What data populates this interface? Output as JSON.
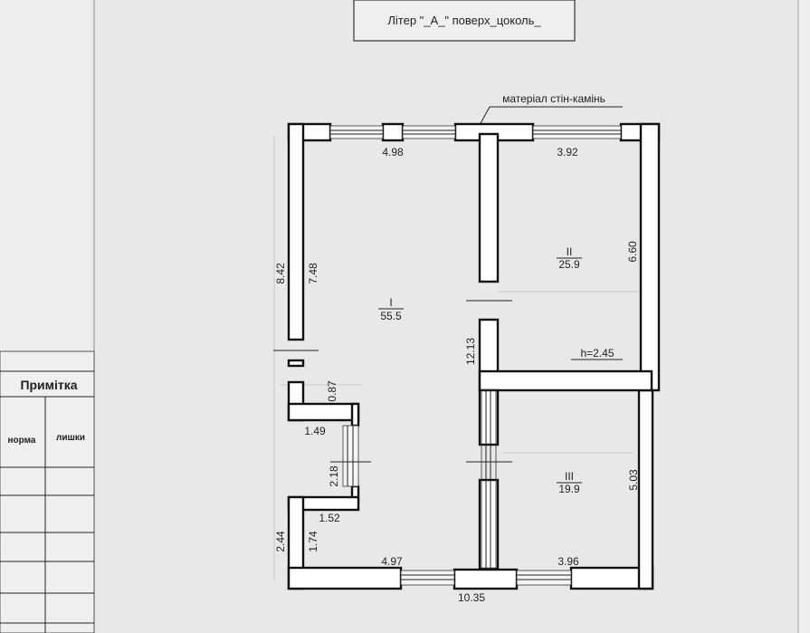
{
  "title": "Літер \"_А_\" поверх_цоколь_",
  "wall_material_note": "матеріал стін-камінь",
  "rooms": [
    {
      "number": "I",
      "area": "55.5"
    },
    {
      "number": "II",
      "area": "25.9"
    },
    {
      "number": "III",
      "area": "19.9"
    }
  ],
  "ceiling_height": "h=2.45",
  "dimensions": {
    "top_left_width": "4.98",
    "top_right_width": "3.92",
    "left_outer_height": "8.42",
    "left_inner_height": "7.48",
    "room2_height": "6.60",
    "middle_partition": "12.13",
    "notch_height": "0.87",
    "notch_width": "1.49",
    "corridor_height": "2.18",
    "lower_step_width": "1.52",
    "lower_outer_height": "2.44",
    "lower_inner_height": "1.74",
    "bottom_left_width": "4.97",
    "bottom_right_width": "3.96",
    "room3_height": "5.03",
    "total_width": "10.35"
  },
  "side_table": {
    "header": "Примітка",
    "col_norma": "норма",
    "col_lyshky": "лишки"
  }
}
